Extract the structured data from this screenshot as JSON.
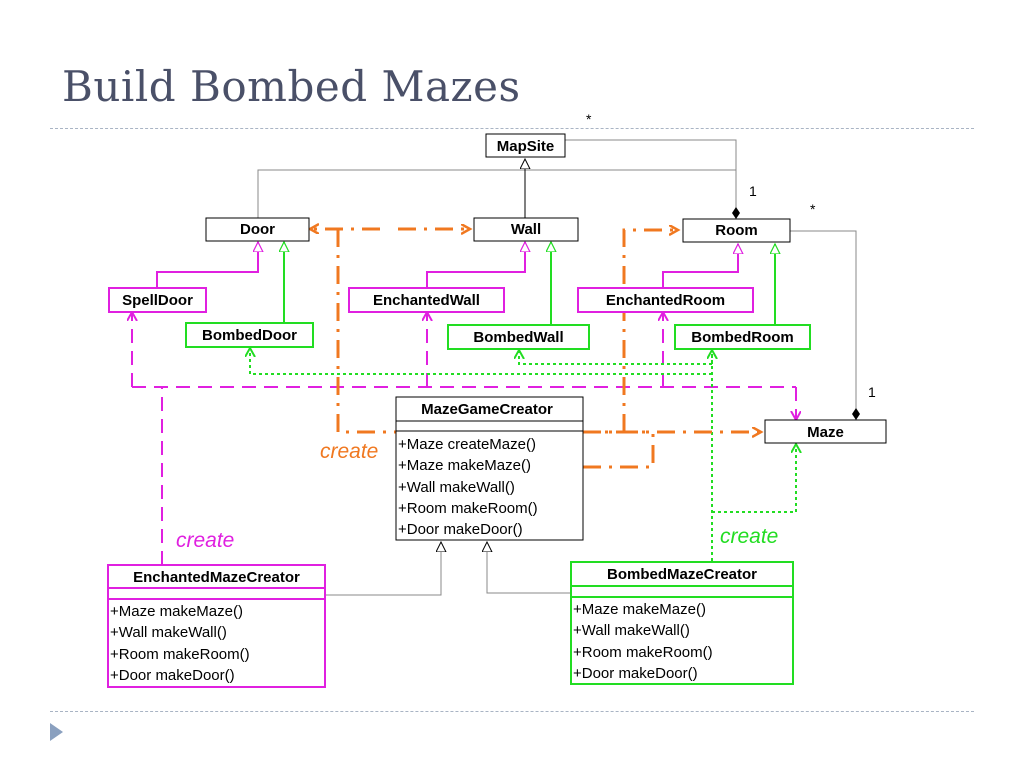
{
  "slide": {
    "title": "Build Bombed Mazes"
  },
  "colors": {
    "magenta": "#e020e0",
    "green": "#22dd22",
    "orange": "#f07820",
    "black": "#000000",
    "grey_line": "#888888",
    "title": "#4a5068"
  },
  "classes": {
    "mapsite": "MapSite",
    "door": "Door",
    "wall": "Wall",
    "room": "Room",
    "spelldoor": "SpellDoor",
    "bombeddoor": "BombedDoor",
    "enchantedwall": "EnchantedWall",
    "bombedwall": "BombedWall",
    "enchantedroom": "EnchantedRoom",
    "bombedroom": "BombedRoom",
    "maze": "Maze"
  },
  "maze_game_creator": {
    "name": "MazeGameCreator",
    "ops": [
      "+Maze createMaze()",
      "+Maze makeMaze()",
      "+Wall makeWall()",
      "+Room makeRoom()",
      "+Door makeDoor()"
    ]
  },
  "enchanted_maze_creator": {
    "name": "EnchantedMazeCreator",
    "ops": [
      "+Maze makeMaze()",
      "+Wall makeWall()",
      "+Room makeRoom()",
      "+Door makeDoor()"
    ]
  },
  "bombed_maze_creator": {
    "name": "BombedMazeCreator",
    "ops": [
      "+Maze makeMaze()",
      "+Wall makeWall()",
      "+Room makeRoom()",
      "+Door makeDoor()"
    ]
  },
  "multiplicities": {
    "mapsite_room_many": "*",
    "mapsite_room_one": "1",
    "room_maze_many": "*",
    "room_maze_one": "1"
  },
  "labels": {
    "create_orange": "create",
    "create_magenta": "create",
    "create_green": "create"
  }
}
